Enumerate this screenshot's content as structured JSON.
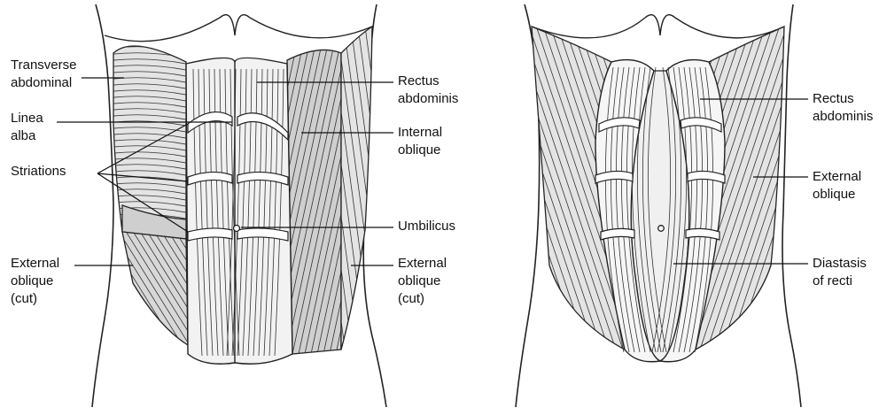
{
  "figure": {
    "left_panel": {
      "labels": {
        "transverse_abdominal": "Transverse\nabdominal",
        "linea_alba": "Linea\nalba",
        "striations": "Striations",
        "external_oblique_cut_left": "External\noblique\n(cut)",
        "rectus_abdominis": "Rectus\nabdominis",
        "internal_oblique": "Internal\noblique",
        "umbilicus": "Umbilicus",
        "external_oblique_cut_right": "External\noblique\n(cut)"
      }
    },
    "right_panel": {
      "labels": {
        "rectus_abdominis": "Rectus\nabdominis",
        "external_oblique": "External\noblique",
        "diastasis_of_recti": "Diastasis\nof recti"
      }
    }
  },
  "colors": {
    "line": "#222222",
    "muscle_fill": "#e4e4e4",
    "background": "#ffffff"
  }
}
